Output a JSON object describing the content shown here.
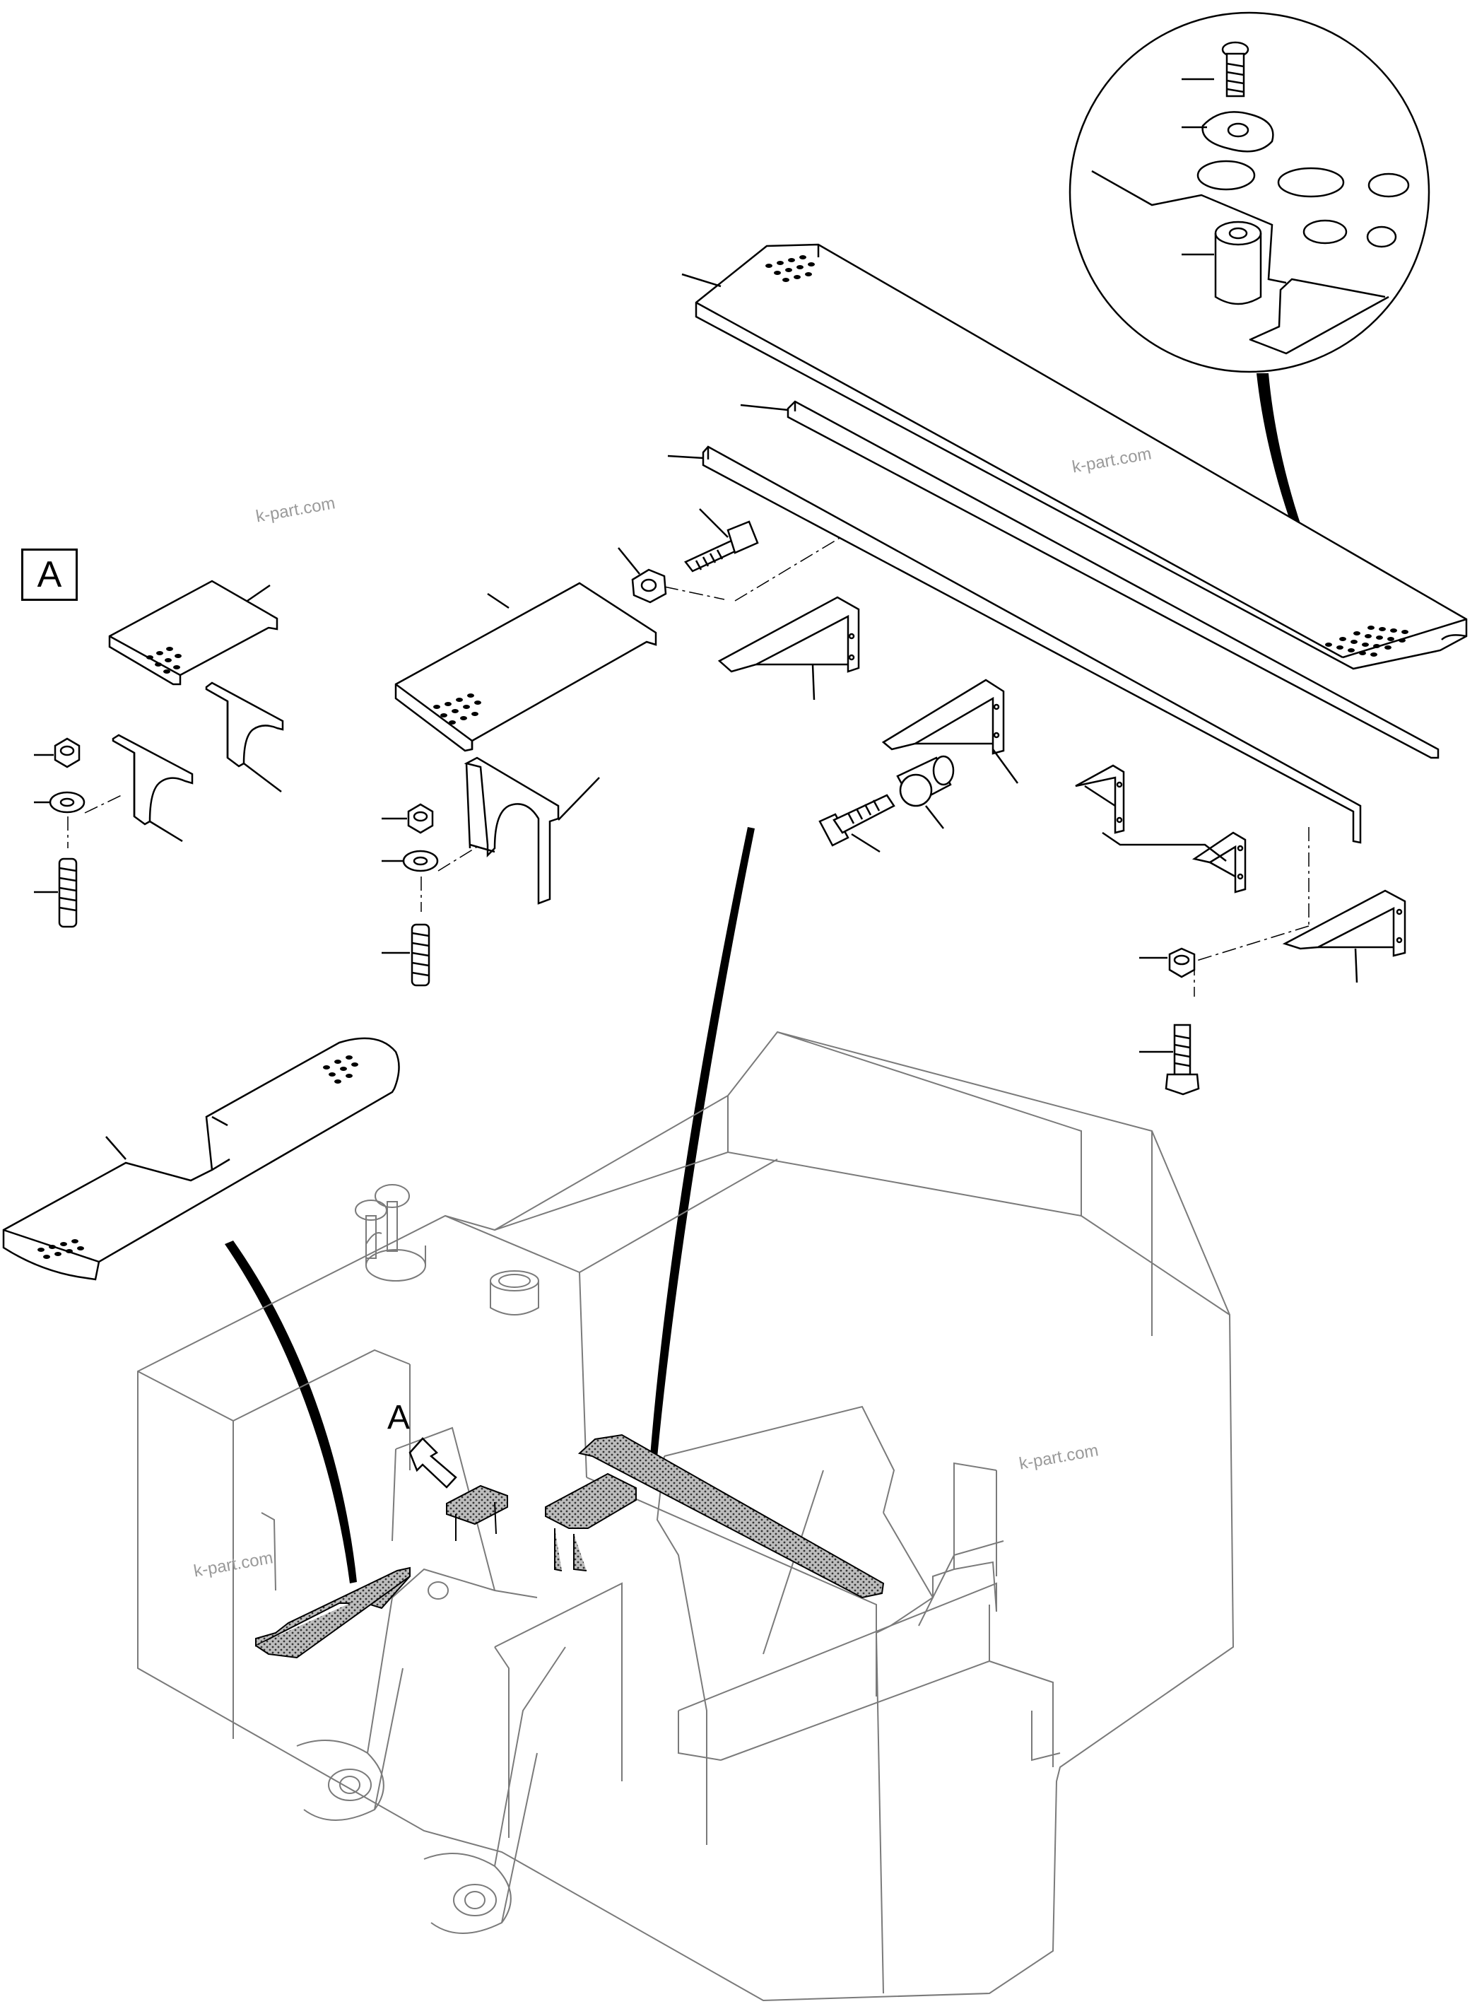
{
  "detail_label": "A",
  "arrow_label": "A",
  "watermark": "k-part.com",
  "colors": {
    "line": "#000000",
    "ghost": "#7a7a7a",
    "hatch": "#8a8a8a",
    "watermark": "#9a9a9a"
  }
}
